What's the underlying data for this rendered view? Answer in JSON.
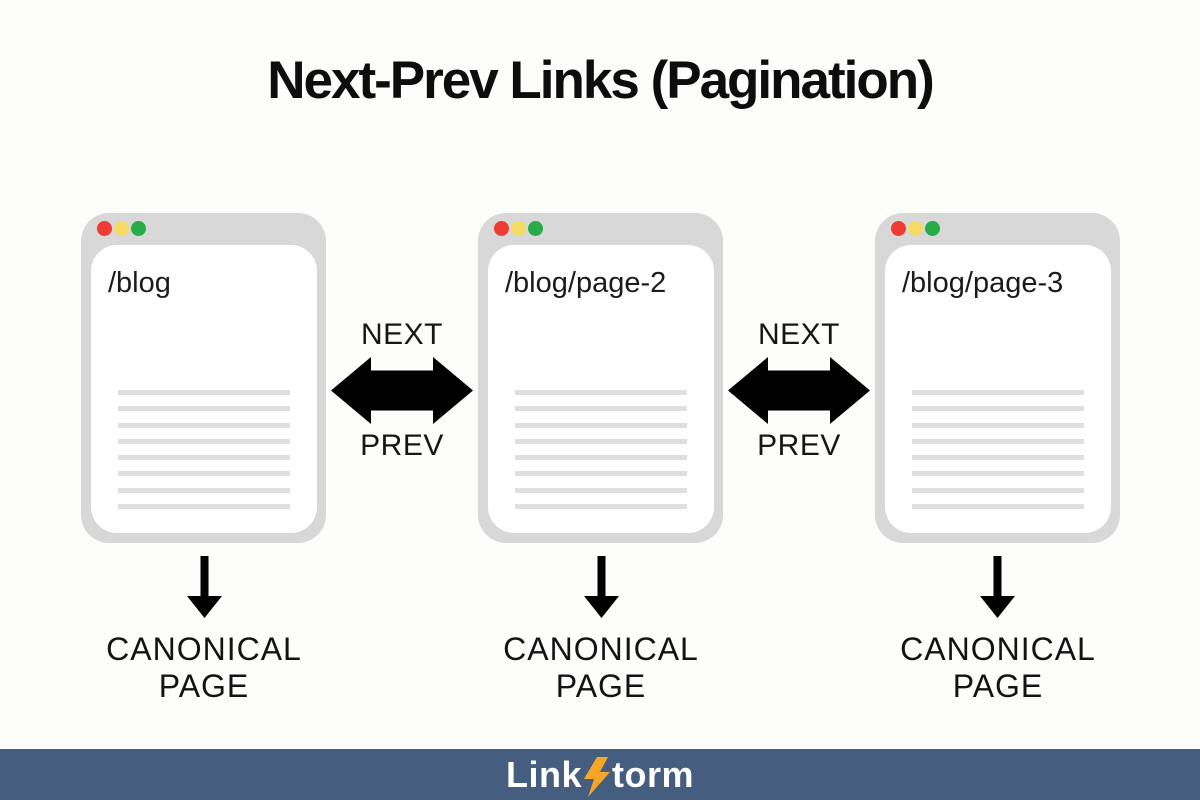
{
  "title": "Next-Prev Links (Pagination)",
  "colors": {
    "background": "#FDFDFC",
    "window_frame": "#D8D8D8",
    "window_body": "#FFFFFF",
    "content_line": "#DFDFDF",
    "dot_red": "#EE3B33",
    "dot_yellow": "#F5DB64",
    "dot_green": "#27AC49",
    "arrow": "#000000",
    "text": "#111111",
    "footer_bg": "#455D7E",
    "footer_text": "#FFFFFF",
    "bolt_orange": "#F7A629"
  },
  "windows": [
    {
      "url": "/blog",
      "content_lines": 8
    },
    {
      "url": "/blog/page-2",
      "content_lines": 8
    },
    {
      "url": "/blog/page-3",
      "content_lines": 8
    }
  ],
  "link_arrows": [
    {
      "top_label": "NEXT",
      "bottom_label": "PREV"
    },
    {
      "top_label": "NEXT",
      "bottom_label": "PREV"
    }
  ],
  "canonical_label": {
    "line1": "CANONICAL",
    "line2": "PAGE"
  },
  "footer": {
    "brand_prefix": "Link",
    "brand_suffix": "torm",
    "logo_icon": "lightning-bolt-icon"
  }
}
